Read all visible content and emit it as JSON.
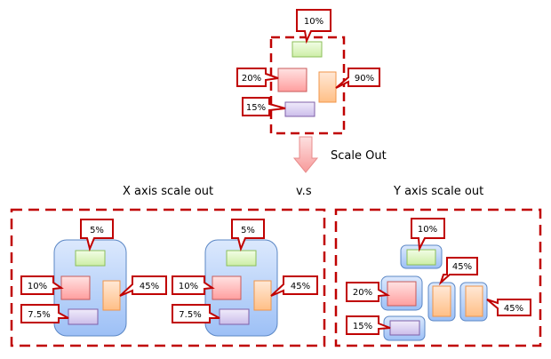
{
  "diagram": {
    "title_arrow_label": "Scale Out",
    "x_section_label": "X axis scale out",
    "vs_label": "v.s",
    "y_section_label": "Y axis scale out",
    "colors": {
      "frame": "#c00000",
      "green": "#d9f5b9",
      "red": "#ffb3b3",
      "orange": "#ffd0a8",
      "purple": "#d9cdf0",
      "container": "#a8c8f8"
    },
    "original": {
      "callouts": [
        {
          "target": "green",
          "text": "10%"
        },
        {
          "target": "red",
          "text": "20%"
        },
        {
          "target": "orange",
          "text": "90%"
        },
        {
          "target": "purple",
          "text": "15%"
        }
      ]
    },
    "x_scale_out": {
      "nodes": [
        {
          "callouts": [
            {
              "target": "green",
              "text": "5%"
            },
            {
              "target": "red",
              "text": "10%"
            },
            {
              "target": "orange",
              "text": "45%"
            },
            {
              "target": "purple",
              "text": "7.5%"
            }
          ]
        },
        {
          "callouts": [
            {
              "target": "green",
              "text": "5%"
            },
            {
              "target": "red",
              "text": "10%"
            },
            {
              "target": "orange",
              "text": "45%"
            },
            {
              "target": "purple",
              "text": "7.5%"
            }
          ]
        }
      ]
    },
    "y_scale_out": {
      "callouts": [
        {
          "target": "green",
          "text": "10%"
        },
        {
          "target": "red",
          "text": "20%"
        },
        {
          "target": "orange-1",
          "text": "45%"
        },
        {
          "target": "orange-2",
          "text": "45%"
        },
        {
          "target": "purple",
          "text": "15%"
        }
      ]
    }
  }
}
